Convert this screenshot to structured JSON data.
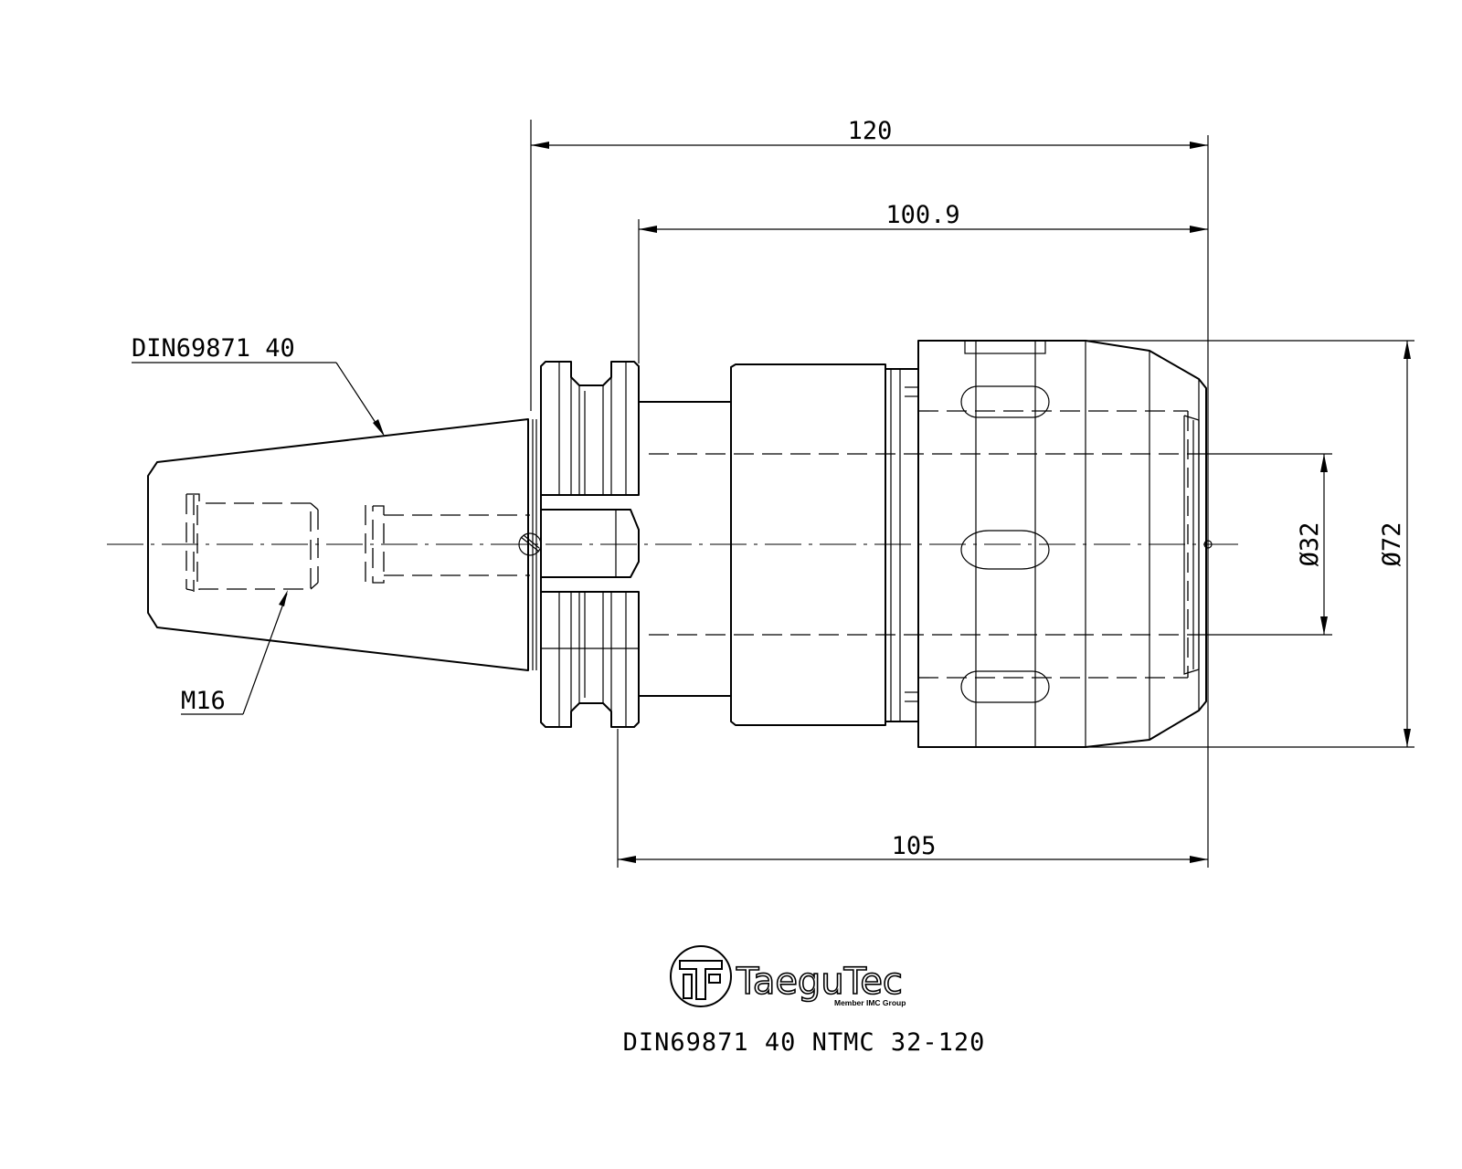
{
  "dimensions": {
    "overall_length": "120",
    "gauge_length": "100.9",
    "body_length": "105",
    "bore_diameter": "Ø32",
    "outer_diameter": "Ø72"
  },
  "callouts": {
    "taper_standard": "DIN69871 40",
    "thread": "M16"
  },
  "logo": {
    "brand": "TaeguTec",
    "tagline": "Member IMC Group"
  },
  "part_designation": "DIN69871 40 NTMC 32-120"
}
